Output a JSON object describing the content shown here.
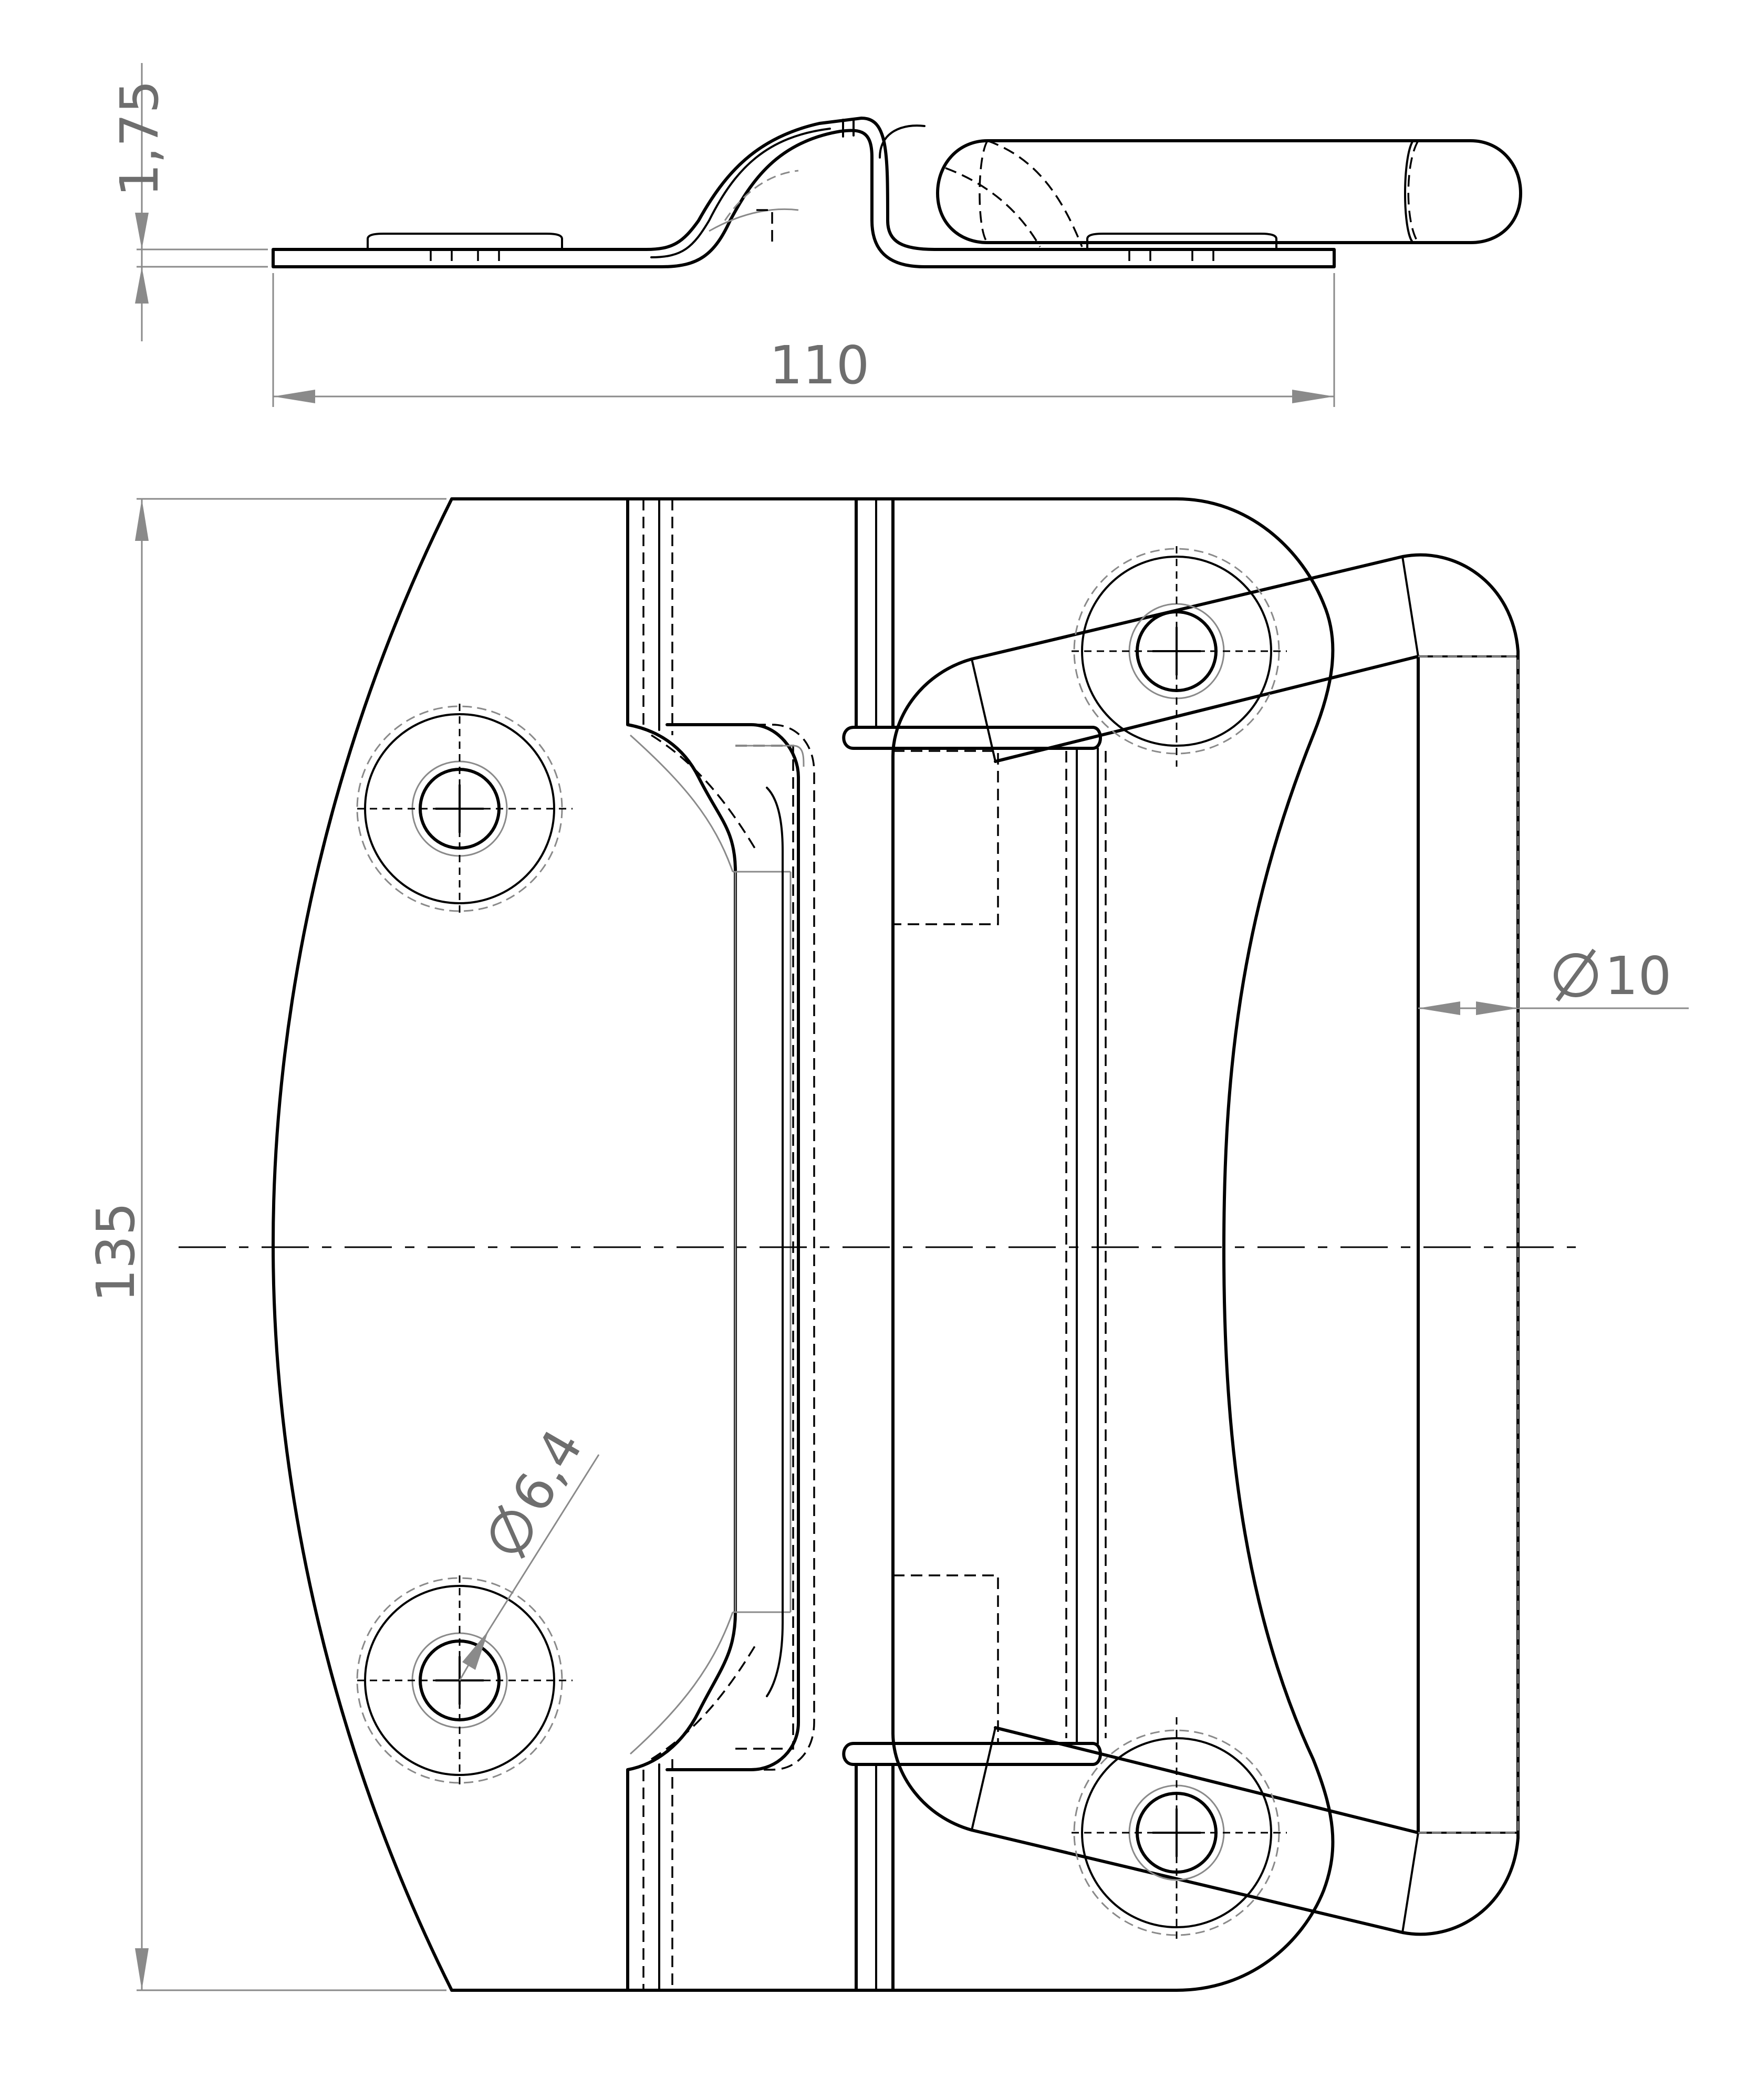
{
  "dimensions": {
    "thickness": "1,75",
    "width": "110",
    "height": "135",
    "handle_diameter": "10",
    "hole_diameter": "6,4"
  },
  "icons": {
    "diameter_symbol": "diameter-symbol-icon"
  }
}
